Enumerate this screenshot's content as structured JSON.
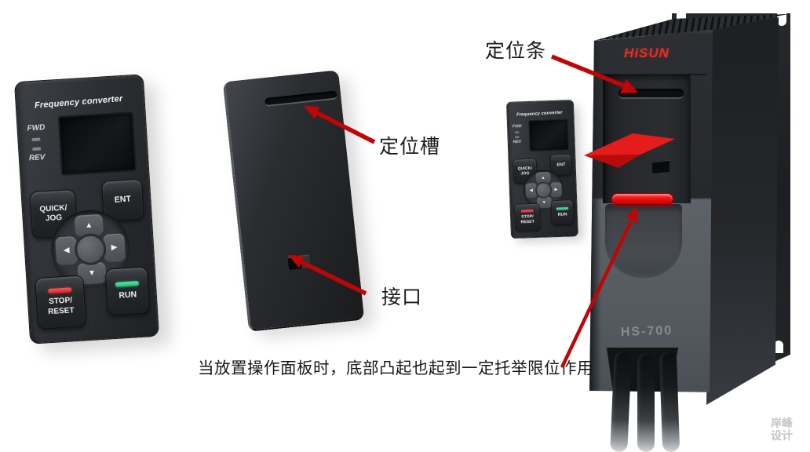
{
  "figure": {
    "caption": "当放置操作面板时，底部凸起也起到一定托举限位作用",
    "callouts": {
      "positioning_bar": "定位条",
      "positioning_slot": "定位槽",
      "interface_port": "接口"
    }
  },
  "keypad": {
    "title": "Frequency converter",
    "fwd_label": "FWD",
    "rev_label": "REV",
    "buttons": {
      "quick_jog_line1": "QUICK/",
      "quick_jog_line2": "JOG",
      "ent": "ENT",
      "stop_line1": "STOP/",
      "stop_line2": "RESET",
      "run": "RUN",
      "up": "▲",
      "down": "▼",
      "left": "◀",
      "right": "▶"
    }
  },
  "drive": {
    "brand": "HiSUN",
    "model": "HS-700"
  },
  "watermark": {
    "line1": "岸峰",
    "line2": "设计"
  },
  "colors": {
    "arrow_red": "#c00505",
    "logo_red": "#e42f27",
    "support_bar_red": "#f01212",
    "stop_indicator_red": "#d91f1f",
    "run_indicator_green": "#1fba70"
  }
}
